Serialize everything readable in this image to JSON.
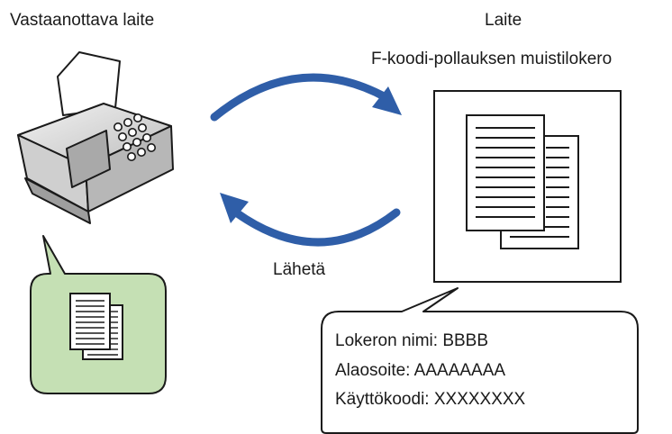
{
  "labels": {
    "receiving_device": "Vastaanottava laite",
    "device": "Laite",
    "memory_box": "F-koodi-pollauksen muistilokero",
    "send": "Lähetä"
  },
  "info_bubble": {
    "box_name": "Lokeron nimi: BBBB",
    "sub_address": "Alaosoite: AAAAAAAA",
    "passcode": "Käyttökoodi: XXXXXXXX"
  },
  "colors": {
    "arrow": "#2f5ea8",
    "doc_bubble_fill": "#c5e0b4",
    "fax_body": "#d8d8d8",
    "outline": "#1a1a1a"
  },
  "icons": [
    "fax-machine-icon",
    "documents-icon",
    "curved-arrow-icon"
  ]
}
